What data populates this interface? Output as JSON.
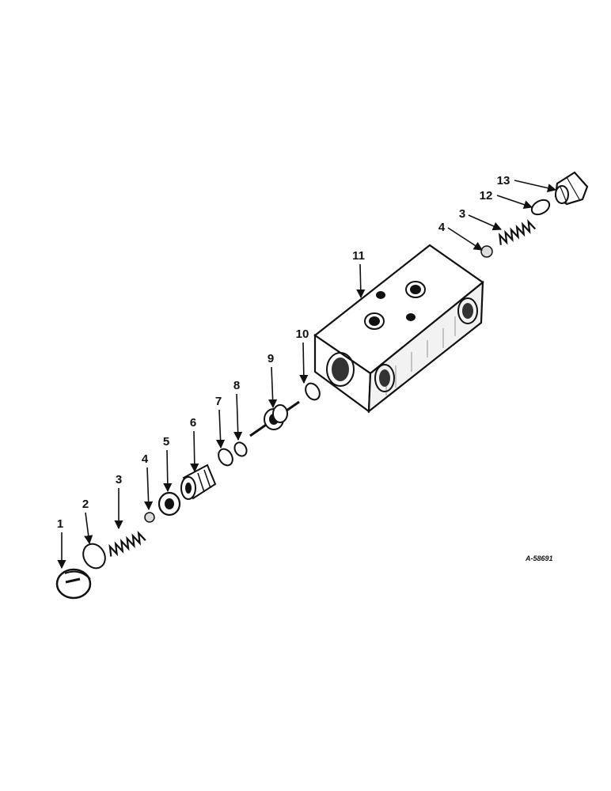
{
  "figure_id": "A-58691",
  "callouts": {
    "c1": "1",
    "c2": "2",
    "c3a": "3",
    "c4a": "4",
    "c5": "5",
    "c6": "6",
    "c7": "7",
    "c8": "8",
    "c9": "9",
    "c10": "10",
    "c11": "11",
    "c4b": "4",
    "c3b": "3",
    "c12": "12",
    "c13": "13"
  }
}
